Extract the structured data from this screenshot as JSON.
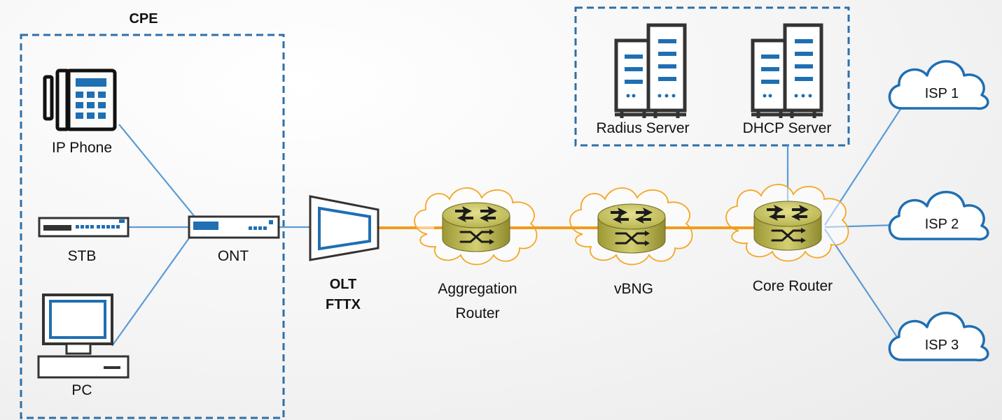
{
  "cpe": {
    "title": "CPE"
  },
  "devices": {
    "ip_phone": "IP Phone",
    "stb": "STB",
    "pc": "PC",
    "ont": "ONT"
  },
  "olt": {
    "line1": "OLT",
    "line2": "FTTX"
  },
  "routers": {
    "aggregation_line1": "Aggregation",
    "aggregation_line2": "Router",
    "vbng": "vBNG",
    "core": "Core Router"
  },
  "servers": {
    "radius": "Radius Server",
    "dhcp": "DHCP Server"
  },
  "isps": [
    "ISP 1",
    "ISP 2",
    "ISP 3"
  ],
  "colors": {
    "dashed_border": "#2e6fa8",
    "link_blue": "#5b9bd5",
    "link_orange": "#f29b1d",
    "icon_blue": "#1f6fb2",
    "icon_dark": "#2b2b2b",
    "router_gold": "#c8c46a",
    "cloud_stroke": "#1f6fb2"
  }
}
